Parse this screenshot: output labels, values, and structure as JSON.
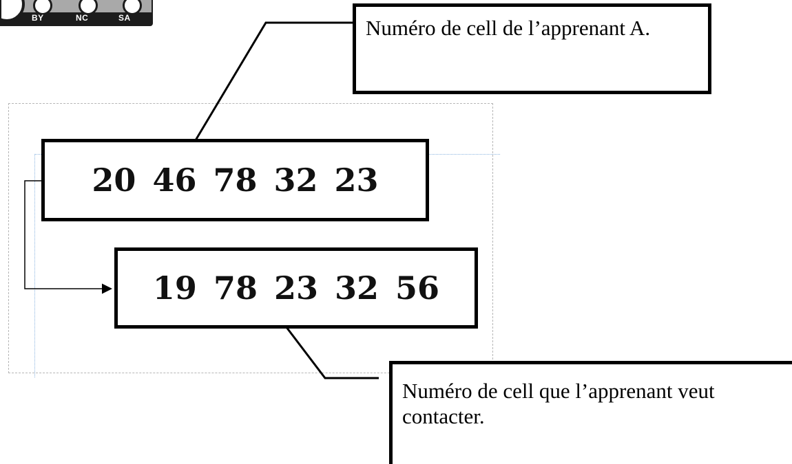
{
  "license_badge": {
    "labels": [
      "BY",
      "NC",
      "SA"
    ]
  },
  "diagram": {
    "number_a": "20 46 78 32 23",
    "number_b": "19 78 23 32 56",
    "callout_a": "Numéro de cell de l’apprenant A.",
    "callout_b": "Numéro de cell que l’apprenant veut contacter."
  }
}
